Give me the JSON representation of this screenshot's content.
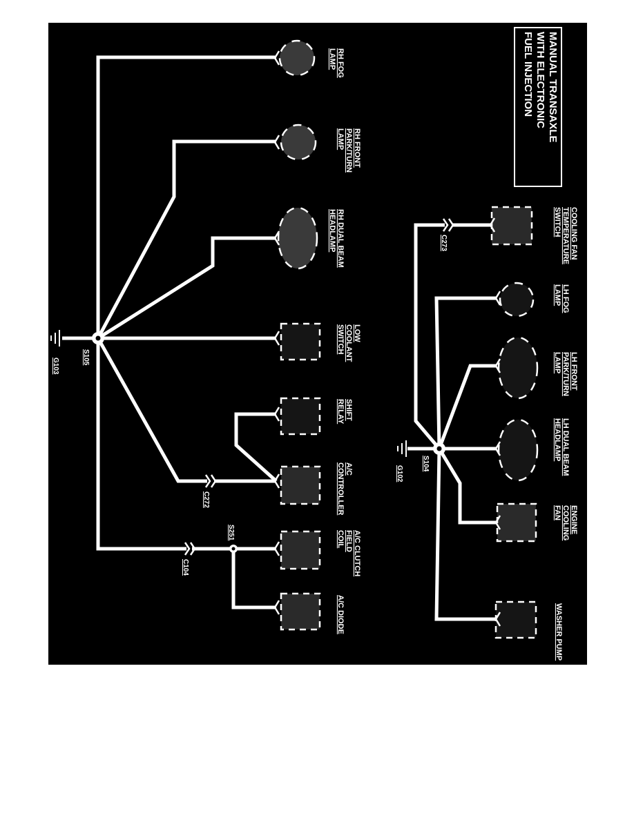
{
  "title": {
    "lines": [
      "MANUAL TRANSAXLE",
      "WITH ELECTRONIC",
      "FUEL INJECTION"
    ]
  },
  "components": {
    "rh_fog_lamp": [
      "RH FOG",
      "LAMP"
    ],
    "rh_front_park_turn_lamp": [
      "RH FRONT",
      "PARK/TURN",
      "LAMP"
    ],
    "rh_dual_beam_headlamp": [
      "RH DUAL BEAM",
      "HEADLAMP"
    ],
    "low_coolant_switch": [
      "LOW",
      "COOLANT",
      "SWITCH"
    ],
    "shift_relay": [
      "SHIFT",
      "RELAY"
    ],
    "ac_controller": [
      "A/C",
      "CONTROLLER"
    ],
    "ac_clutch_field_coil": [
      "A/C CLUTCH",
      "FIELD",
      "COIL"
    ],
    "ac_diode": [
      "A/C DIODE"
    ],
    "cooling_fan_temperature_switch": [
      "COOLING FAN",
      "TEMPERATURE",
      "SWITCH"
    ],
    "lh_fog_lamp": [
      "LH FOG",
      "LAMP"
    ],
    "lh_front_park_turn_lamp": [
      "LH FRONT",
      "PARK/TURN",
      "LAMP"
    ],
    "lh_dual_beam_headlamp": [
      "LH DUAL BEAM",
      "HEADLAMP"
    ],
    "engine_cooling_fan": [
      "ENGINE",
      "COOLING",
      "FAN"
    ],
    "washer_pump": [
      "WASHER PUMP"
    ]
  },
  "splices": {
    "s105": "S105",
    "s104": "S104",
    "s251": "S251"
  },
  "grounds": {
    "g103": "G103",
    "g102": "G102"
  },
  "connectors": {
    "c272": "C272",
    "c273": "C273",
    "c104": "C104"
  }
}
